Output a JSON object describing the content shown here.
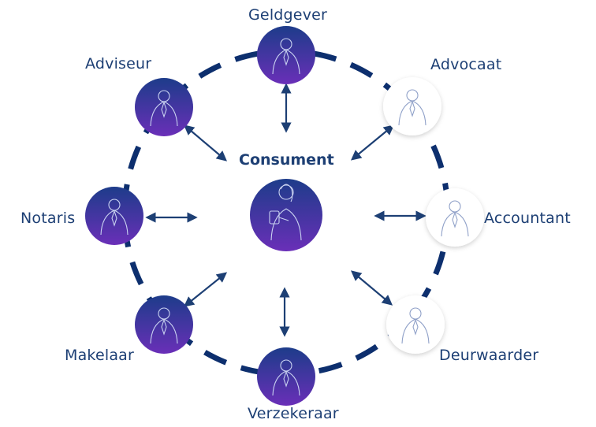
{
  "center": {
    "label": "Consument",
    "style": "filled"
  },
  "nodes": [
    {
      "id": "geldgever",
      "label": "Geldgever",
      "style": "filled"
    },
    {
      "id": "advocaat",
      "label": "Advocaat",
      "style": "outline"
    },
    {
      "id": "accountant",
      "label": "Accountant",
      "style": "outline"
    },
    {
      "id": "deurwaarder",
      "label": "Deurwaarder",
      "style": "outline"
    },
    {
      "id": "verzekeraar",
      "label": "Verzekeraar",
      "style": "filled"
    },
    {
      "id": "makelaar",
      "label": "Makelaar",
      "style": "filled"
    },
    {
      "id": "notaris",
      "label": "Notaris",
      "style": "filled"
    },
    {
      "id": "adviseur",
      "label": "Adviseur",
      "style": "filled"
    }
  ],
  "connections": [
    "geldgever",
    "advocaat",
    "accountant",
    "deurwaarder",
    "verzekeraar",
    "makelaar",
    "notaris",
    "adviseur"
  ],
  "colors": {
    "ring": "#0d2f6e",
    "arrow": "#1d3f74",
    "label": "#1d3f74",
    "filled_top": "#1d3c8a",
    "filled_bottom": "#6a2fb8",
    "outline_line": "#8fa0c8"
  }
}
